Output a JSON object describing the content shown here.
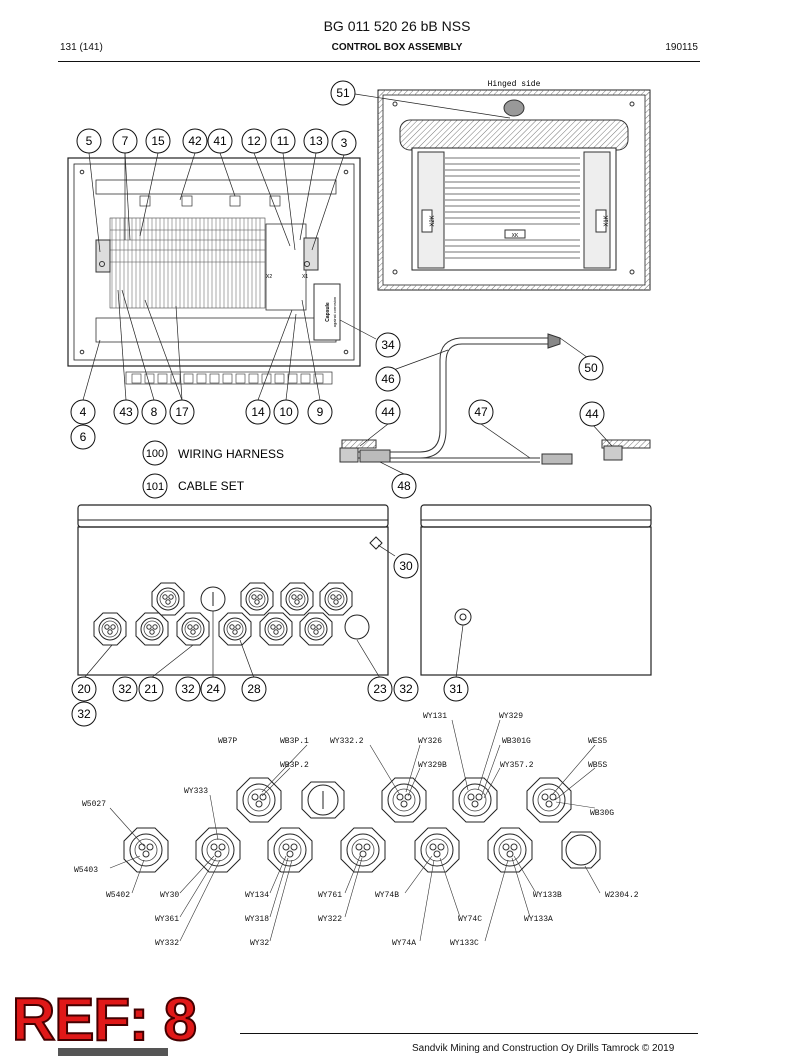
{
  "header": {
    "doc_title": "BG 011 520 26 bB NSS",
    "page": "131 (141)",
    "section": "CONTROL BOX ASSEMBLY",
    "date": "190115"
  },
  "labels": {
    "hinged_side": "Hinged side",
    "capsule_text": "Capsule",
    "capsule_text2": "against corrosion",
    "x1": "X1",
    "x2": "X2",
    "x2k": "X2K",
    "x1k": "X1K",
    "x_center": "XK"
  },
  "callouts": [
    {
      "id": "c51",
      "n": "51"
    },
    {
      "id": "c5",
      "n": "5"
    },
    {
      "id": "c7",
      "n": "7"
    },
    {
      "id": "c15",
      "n": "15"
    },
    {
      "id": "c42",
      "n": "42"
    },
    {
      "id": "c41",
      "n": "41"
    },
    {
      "id": "c12",
      "n": "12"
    },
    {
      "id": "c11",
      "n": "11"
    },
    {
      "id": "c13",
      "n": "13"
    },
    {
      "id": "c3",
      "n": "3"
    },
    {
      "id": "c34",
      "n": "34"
    },
    {
      "id": "c46",
      "n": "46"
    },
    {
      "id": "c50",
      "n": "50"
    },
    {
      "id": "c4",
      "n": "4"
    },
    {
      "id": "c43",
      "n": "43"
    },
    {
      "id": "c8",
      "n": "8"
    },
    {
      "id": "c17",
      "n": "17"
    },
    {
      "id": "c14",
      "n": "14"
    },
    {
      "id": "c10",
      "n": "10"
    },
    {
      "id": "c9",
      "n": "9"
    },
    {
      "id": "c44a",
      "n": "44"
    },
    {
      "id": "c47",
      "n": "47"
    },
    {
      "id": "c44b",
      "n": "44"
    },
    {
      "id": "c6",
      "n": "6"
    },
    {
      "id": "c100",
      "n": "100"
    },
    {
      "id": "c48",
      "n": "48"
    },
    {
      "id": "c101",
      "n": "101"
    },
    {
      "id": "c30",
      "n": "30"
    },
    {
      "id": "c20",
      "n": "20"
    },
    {
      "id": "c32a",
      "n": "32"
    },
    {
      "id": "c21",
      "n": "21"
    },
    {
      "id": "c32b",
      "n": "32"
    },
    {
      "id": "c24",
      "n": "24"
    },
    {
      "id": "c28",
      "n": "28"
    },
    {
      "id": "c23",
      "n": "23"
    },
    {
      "id": "c32c",
      "n": "32"
    },
    {
      "id": "c31",
      "n": "31"
    },
    {
      "id": "c32d",
      "n": "32"
    }
  ],
  "legend": {
    "wiring_harness": "WIRING HARNESS",
    "cable_set": "CABLE SET"
  },
  "wire_labels": {
    "WY131": "WY131",
    "WY329": "WY329",
    "WB7P": "WB7P",
    "WB3P1": "WB3P.1",
    "WY3322": "WY332.2",
    "WY326": "WY326",
    "WB301G": "WB301G",
    "WES5": "WES5",
    "WB3P2": "WB3P.2",
    "WY329B": "WY329B",
    "WY3572": "WY357.2",
    "WB5S": "WB5S",
    "WY333": "WY333",
    "W5027": "W5027",
    "WB30G": "WB30G",
    "W5403": "W5403",
    "W5402": "W5402",
    "WY30": "WY30",
    "WY134": "WY134",
    "WY761": "WY761",
    "WY74B": "WY74B",
    "WY133B": "WY133B",
    "W23042": "W2304.2",
    "WY361": "WY361",
    "WY318": "WY318",
    "WY322": "WY322",
    "WY74C": "WY74C",
    "WY133A": "WY133A",
    "WY332": "WY332",
    "WY32": "WY32",
    "WY74A": "WY74A",
    "WY133C": "WY133C"
  },
  "footer": {
    "ref": "REF: 8",
    "copyright": "Sandvik Mining and Construction Oy Drills Tamrock © 2019"
  }
}
